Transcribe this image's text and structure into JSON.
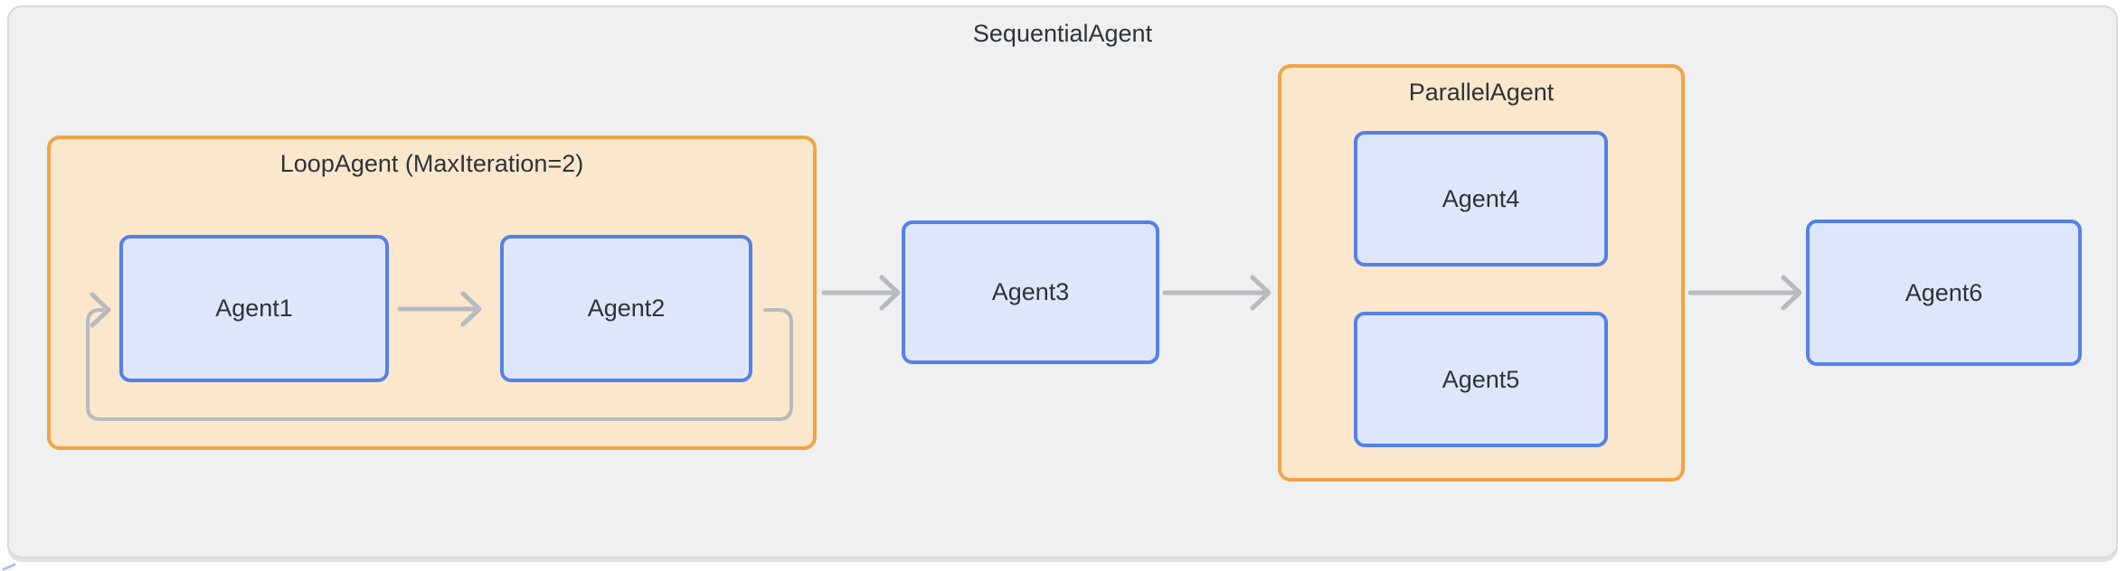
{
  "diagram": {
    "title": "SequentialAgent",
    "colors": {
      "container_bg": "#eef0f2",
      "container_border": "#d8dadd",
      "group_bg": "#fbe7cc",
      "group_border": "#f2a444",
      "node_bg": "#dee7fa",
      "node_border": "#5580e8",
      "arrow": "#b7babe",
      "text": "#2e3338"
    },
    "groups": [
      {
        "title": "LoopAgent (MaxIteration=2)",
        "nodes": [
          {
            "label": "Agent1"
          },
          {
            "label": "Agent2"
          }
        ]
      },
      {
        "title": "ParallelAgent",
        "nodes": [
          {
            "label": "Agent4"
          },
          {
            "label": "Agent5"
          }
        ]
      }
    ],
    "nodes": [
      {
        "label": "Agent3"
      },
      {
        "label": "Agent6"
      }
    ],
    "edges": [
      {
        "from": "Agent1",
        "to": "Agent2",
        "type": "arrow"
      },
      {
        "from": "LoopAgent",
        "to": "Agent3",
        "type": "arrow"
      },
      {
        "from": "Agent3",
        "to": "ParallelAgent",
        "type": "arrow"
      },
      {
        "from": "ParallelAgent",
        "to": "Agent6",
        "type": "arrow"
      },
      {
        "from": "Agent2",
        "to": "Agent1",
        "type": "loopback"
      }
    ]
  }
}
